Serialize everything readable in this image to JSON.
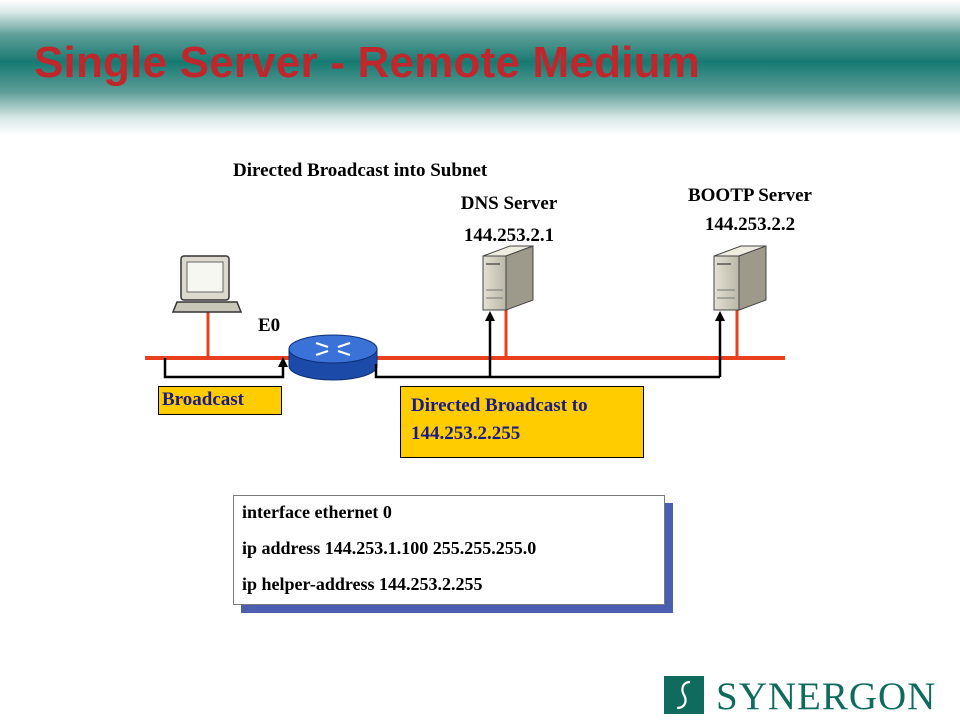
{
  "slide": {
    "title": "Single Server - Remote Medium"
  },
  "diagram": {
    "subnet_caption": "Directed Broadcast into Subnet",
    "dns_server": {
      "name": "DNS Server",
      "ip": "144.253.2.1"
    },
    "bootp_server": {
      "name": "BOOTP Server",
      "ip": "144.253.2.2"
    },
    "router_interface": "E0",
    "broadcast_label": "Broadcast",
    "directed_broadcast": {
      "line1": "Directed Broadcast to",
      "line2": "144.253.2.255"
    },
    "config": [
      "interface ethernet 0",
      "ip address 144.253.1.100  255.255.255.0",
      "ip helper-address 144.253.2.255"
    ]
  },
  "logo": {
    "text": "SYNERGON"
  },
  "colors": {
    "title": "#c0272d",
    "segment": "#e8401c",
    "callout_fill": "#ffcc00",
    "callout_text": "#1a1a8c",
    "logo": "#0f6b5e",
    "router": "#2a5fc4"
  }
}
